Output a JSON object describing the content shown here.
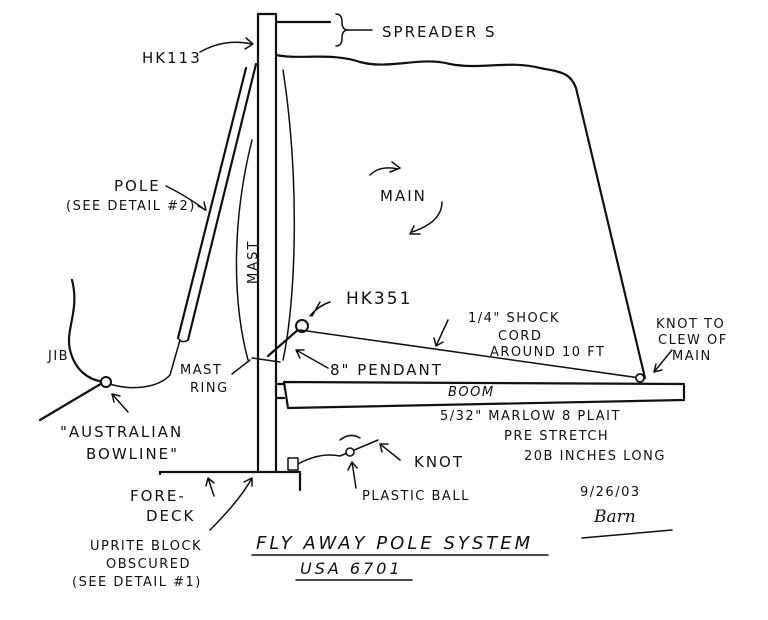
{
  "labels": {
    "spreaders": "SPREADER S",
    "hk113": "HK113",
    "pole": "POLE",
    "see_detail_2": "(SEE DETAIL #2)",
    "main": "MAIN",
    "mast": "MAST",
    "hk351": "HK351",
    "shock_cord_1": "1/4\" SHOCK",
    "shock_cord_2": "CORD",
    "shock_cord_3": "AROUND 10 FT",
    "knot_clew_1": "KNOT TO",
    "knot_clew_2": "CLEW OF",
    "knot_clew_3": "MAIN",
    "jib": "JIB",
    "mast_ring_1": "MAST",
    "mast_ring_2": "RING",
    "pendant": "8\" PENDANT",
    "boom": "BOOM",
    "australian_bowline_1": "\"AUSTRALIAN",
    "australian_bowline_2": "BOWLINE\"",
    "marlow_1": "5/32\" MARLOW 8 PLAIT",
    "marlow_2": "PRE STRETCH",
    "marlow_3": "20B INCHES LONG",
    "knot": "KNOT",
    "plastic_ball": "PLASTIC BALL",
    "fore_deck_1": "FORE-",
    "fore_deck_2": "DECK",
    "uprite_1": "UPRITE BLOCK",
    "uprite_2": "OBSCURED",
    "uprite_3": "(SEE DETAIL #1)",
    "date": "9/26/03",
    "signature": "Barn",
    "title": "FLY AWAY POLE SYSTEM",
    "subtitle": "USA 6701"
  }
}
